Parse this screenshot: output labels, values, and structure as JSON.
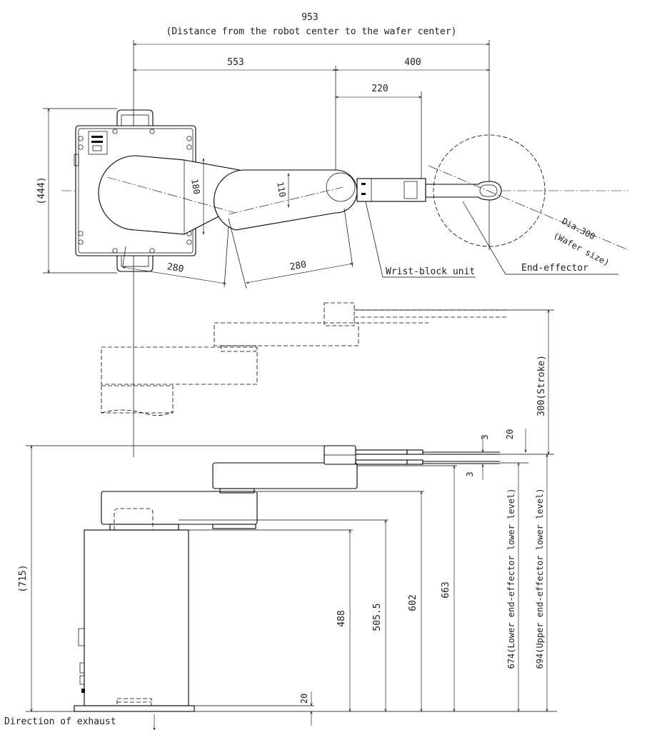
{
  "top_view": {
    "total_reach": "953",
    "total_reach_note": "(Distance from the robot center to the wafer center)",
    "reach_to_wrist": "553",
    "wrist_to_wafer": "400",
    "wrist_to_effector": "220",
    "body_depth": "(444)",
    "arm1_width": "180",
    "arm2_width": "110",
    "arm1_length": "280",
    "arm2_length": "280",
    "wafer_dia": "Dia.300",
    "wafer_size": "(Wafer size)",
    "wrist_label": "Wrist-block unit",
    "effector_label": "End-effector"
  },
  "side_view": {
    "overall_height": "(715)",
    "stroke": "300(Stroke)",
    "gap_upper": "3",
    "gap_lower": "3",
    "effector_spacing": "20",
    "base_height": "488",
    "arm1_base": "505.5",
    "arm2_base": "602",
    "wrist_base": "663",
    "lower_level": "674(Lower end-effector lower level)",
    "upper_level": "694(Upper end-effector lower level)",
    "foot_height": "20",
    "exhaust_label": "Direction of exhaust"
  }
}
